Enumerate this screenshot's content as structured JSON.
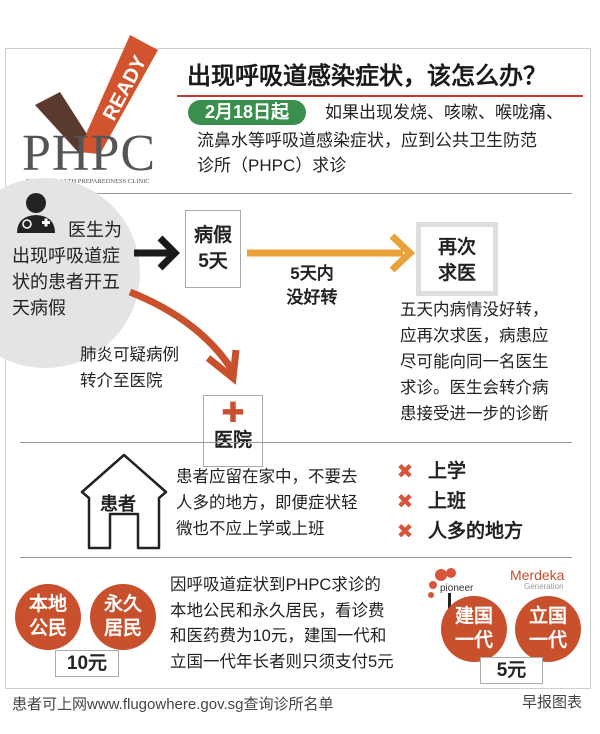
{
  "logo": {
    "ready": "READY",
    "name": "PHPC",
    "tagline": "PUBLIC HEALTH PREPAREDNESS CLINIC"
  },
  "header": {
    "title": "出现呼吸道感染症状，该怎么办？",
    "date_badge": "2月18日起",
    "intro_lines": [
      "如果出现发烧、咳嗽、喉咙痛、",
      "流鼻水等呼吸道感染症状，应到公共卫生防范",
      "诊所（PHPC）求诊"
    ]
  },
  "flow": {
    "doctor_lines": [
      "医生为",
      "出现呼吸道症",
      "状的患者开五",
      "天病假"
    ],
    "sick_leave": [
      "病假",
      "5天"
    ],
    "no_improve": [
      "5天内",
      "没好转"
    ],
    "revisit": [
      "再次",
      "求医"
    ],
    "revisit_note": [
      "五天内病情没好转，",
      "应再次求医，病患应",
      "尽可能向同一名医生",
      "求诊。医生会转介病",
      "患接受进一步的诊断"
    ],
    "pneumonia": [
      "肺炎可疑病例",
      "转介至医院"
    ],
    "hospital": "医院"
  },
  "home": {
    "house_label": "患者",
    "text": [
      "患者应留在家中，不要去",
      "人多的地方，即便症状轻",
      "微也不应上学或上班"
    ],
    "avoid": [
      "上学",
      "上班",
      "人多的地方"
    ]
  },
  "fees": {
    "groups_left": [
      "本地\n公民",
      "永久\n居民"
    ],
    "groups_left_lines": [
      [
        "本地",
        "公民"
      ],
      [
        "永久",
        "居民"
      ]
    ],
    "price_left": "10元",
    "text": [
      "因呼吸道症状到PHPC求诊的",
      "本地公民和永久居民，看诊费",
      "和医药费为10元，建国一代和",
      "立国一代年长者则只须支付5元"
    ],
    "groups_right_lines": [
      [
        "建国",
        "一代"
      ],
      [
        "立国",
        "一代"
      ]
    ],
    "pioneer_logo": "pioneer",
    "merdeka_logo": [
      "Merdeka",
      "Generation"
    ],
    "price_right": "5元"
  },
  "footer": {
    "note": "患者可上网www.flugowhere.gov.sg查询诊所名单",
    "credit": "早报图表"
  },
  "colors": {
    "accent_red": "#c8502d",
    "orange": "#e8a23a",
    "green": "#3a8f4e"
  }
}
